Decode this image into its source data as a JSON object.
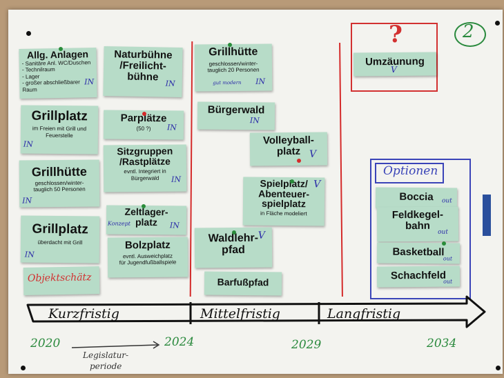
{
  "board": {
    "number": "2",
    "question_mark": "?",
    "options_title": "Optionen",
    "handwritten_objekt": "Objektschätz",
    "legislatur": [
      "Legislatur-",
      "periode"
    ]
  },
  "notes": {
    "allg_anlagen": {
      "title": "Allg. Anlagen",
      "items": [
        "- Sanitäre Anl. WC/Duschen",
        "- Technilraum",
        "- Lager",
        "- großer abschließbarer Raum"
      ],
      "mark": "IN"
    },
    "naturbuehne": {
      "title_1": "Naturbühne",
      "title_2": "/Freilicht-",
      "title_3": "bühne",
      "mark": "IN"
    },
    "grillhuette_20": {
      "title": "Grillhütte",
      "subtitle_1": "geschlossen/winter-",
      "subtitle_2": "tauglich 20 Personen",
      "extra": "gut modern",
      "mark": "IN"
    },
    "grillplatz_frei": {
      "title": "Grillplatz",
      "subtitle_1": "im Freien mit Grill und",
      "subtitle_2": "Feuerstelle",
      "mark": "IN"
    },
    "parkplaetze": {
      "title": "Parplätze",
      "subtitle": "(50 ?)",
      "mark": "IN"
    },
    "buergerwald": {
      "title": "Bürgerwald",
      "mark": "IN"
    },
    "volleyball": {
      "title_1": "Volleyball-",
      "title_2": "platz",
      "mark": "V"
    },
    "grillhuette_50": {
      "title": "Grillhütte",
      "subtitle_1": "geschlossen/winter-",
      "subtitle_2": "tauglich 50 Personen",
      "mark": "IN"
    },
    "sitzgruppen": {
      "title_1": "Sitzgruppen",
      "title_2": "/Rastplätze",
      "subtitle_1": "evntl. Integriert in",
      "subtitle_2": "Bürgerwald",
      "mark": "IN"
    },
    "spielplatz": {
      "title_1": "Spielplatz/",
      "title_2": "Abenteuer-",
      "title_3": "spielplatz",
      "subtitle": "in Fläche modeliert",
      "mark": "V"
    },
    "zeltlager": {
      "title_1": "Zeltlager-",
      "title_2": "platz",
      "mark": "IN",
      "side": "Konzept"
    },
    "grillplatz_ueberdacht": {
      "title": "Grillplatz",
      "subtitle": "überdacht mit Grill",
      "mark": "IN"
    },
    "bolzplatz": {
      "title": "Bolzplatz",
      "subtitle_1": "evntl. Ausweichplatz",
      "subtitle_2": "für Jugendfußballspiele"
    },
    "waldlehrpfad": {
      "title_1": "Waldlehr-",
      "title_2": "pfad",
      "mark": "V"
    },
    "barfusspfad": {
      "title": "Barfußpfad"
    },
    "umzaeunung": {
      "title": "Umzäunung",
      "mark": "V"
    },
    "boccia": {
      "title": "Boccia",
      "mark": "out"
    },
    "feldkegelbahn": {
      "title_1": "Feldkegel-",
      "title_2": "bahn",
      "mark": "out"
    },
    "basketball": {
      "title": "Basketball",
      "mark": "out"
    },
    "schachfeld": {
      "title": "Schachfeld",
      "mark": "out"
    }
  },
  "timeline": {
    "labels": [
      "Kurzfristig",
      "Mittelfristig",
      "Langfristig"
    ],
    "years": [
      "2020",
      "2024",
      "2029",
      "2034"
    ]
  }
}
